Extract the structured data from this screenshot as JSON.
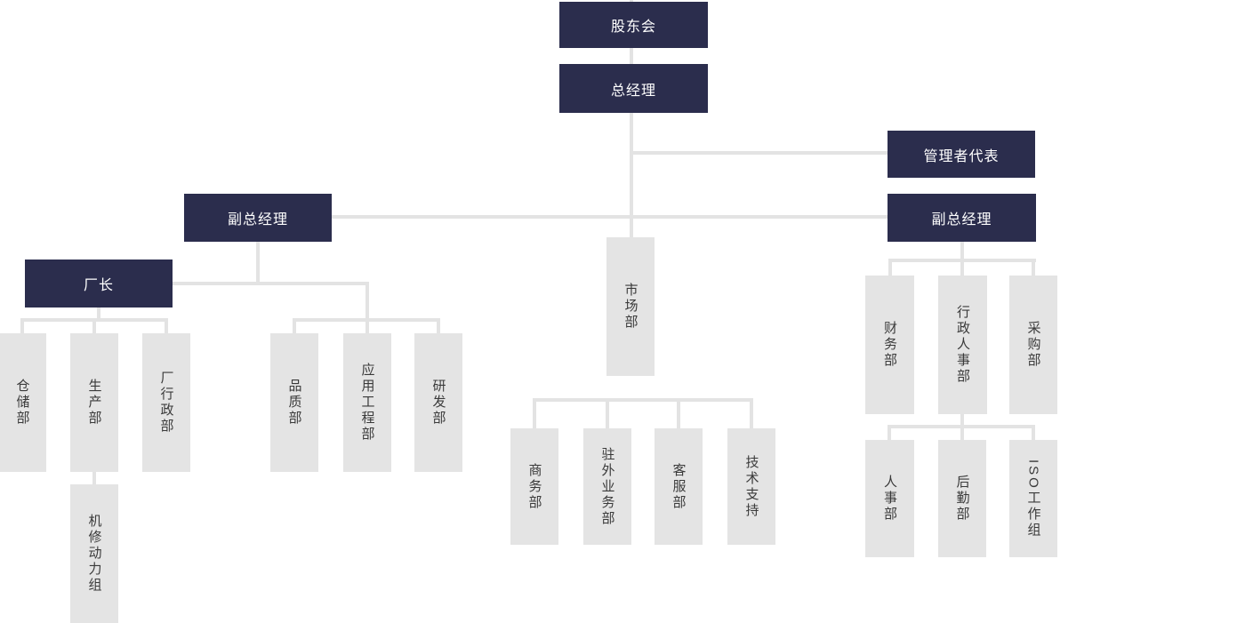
{
  "colors": {
    "primary_box": "#2b2d4d",
    "primary_text": "#ffffff",
    "secondary_box": "#e4e4e4",
    "secondary_text": "#3a3a3a",
    "connector": "#e3e3e3",
    "background": "#ffffff"
  },
  "orgchart": {
    "nodes": {
      "shareholders": {
        "label": "股东会",
        "level": "primary"
      },
      "general_manager": {
        "label": "总经理",
        "level": "primary"
      },
      "mgmt_representative": {
        "label": "管理者代表",
        "level": "primary"
      },
      "deputy_gm_left": {
        "label": "副总经理",
        "level": "primary"
      },
      "deputy_gm_right": {
        "label": "副总经理",
        "level": "primary"
      },
      "factory_director": {
        "label": "厂长",
        "level": "primary"
      },
      "warehouse": {
        "label": "仓储部",
        "level": "secondary"
      },
      "production": {
        "label": "生产部",
        "level": "secondary"
      },
      "factory_admin": {
        "label": "厂行政部",
        "level": "secondary"
      },
      "machine_repair": {
        "label": "机修动力组",
        "level": "secondary"
      },
      "quality": {
        "label": "品质部",
        "level": "secondary"
      },
      "application_eng": {
        "label": "应用工程部",
        "level": "secondary"
      },
      "rnd": {
        "label": "研发部",
        "level": "secondary"
      },
      "marketing": {
        "label": "市场部",
        "level": "secondary"
      },
      "commerce": {
        "label": "商务部",
        "level": "secondary"
      },
      "field_business": {
        "label": "驻外业务部",
        "level": "secondary"
      },
      "customer_service": {
        "label": "客服部",
        "level": "secondary"
      },
      "tech_support": {
        "label": "技术支持",
        "level": "secondary"
      },
      "finance": {
        "label": "财务部",
        "level": "secondary"
      },
      "admin_hr": {
        "label": "行政人事部",
        "level": "secondary"
      },
      "purchasing": {
        "label": "采购部",
        "level": "secondary"
      },
      "hr": {
        "label": "人事部",
        "level": "secondary"
      },
      "logistics": {
        "label": "后勤部",
        "level": "secondary"
      },
      "iso_team": {
        "label": "ISO工作组",
        "level": "secondary"
      }
    },
    "edges": [
      [
        "shareholders",
        "general_manager"
      ],
      [
        "general_manager",
        "mgmt_representative"
      ],
      [
        "general_manager",
        "deputy_gm_left"
      ],
      [
        "general_manager",
        "deputy_gm_right"
      ],
      [
        "general_manager",
        "marketing"
      ],
      [
        "deputy_gm_left",
        "factory_director"
      ],
      [
        "deputy_gm_left",
        "quality"
      ],
      [
        "deputy_gm_left",
        "application_eng"
      ],
      [
        "deputy_gm_left",
        "rnd"
      ],
      [
        "factory_director",
        "warehouse"
      ],
      [
        "factory_director",
        "production"
      ],
      [
        "factory_director",
        "factory_admin"
      ],
      [
        "production",
        "machine_repair"
      ],
      [
        "marketing",
        "commerce"
      ],
      [
        "marketing",
        "field_business"
      ],
      [
        "marketing",
        "customer_service"
      ],
      [
        "marketing",
        "tech_support"
      ],
      [
        "deputy_gm_right",
        "finance"
      ],
      [
        "deputy_gm_right",
        "admin_hr"
      ],
      [
        "deputy_gm_right",
        "purchasing"
      ],
      [
        "admin_hr",
        "hr"
      ],
      [
        "admin_hr",
        "logistics"
      ],
      [
        "admin_hr",
        "iso_team"
      ]
    ]
  }
}
